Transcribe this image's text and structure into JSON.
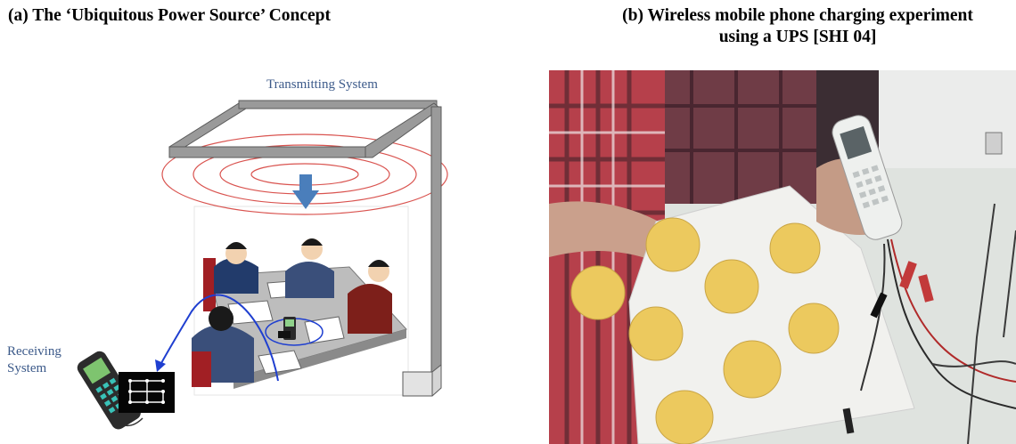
{
  "captions": {
    "a": "(a) The ‘Ubiquitous Power Source’ Concept",
    "b_line1": "(b) Wireless mobile phone charging experiment",
    "b_line2": "using a UPS [SHI 04]"
  },
  "labels": {
    "transmitting": "Transmitting System",
    "receiving_line1": "Receiving",
    "receiving_line2": "System"
  },
  "colors": {
    "frame": "#8f8f8f",
    "rings": "#d9534f",
    "arrow": "#4a7ebb",
    "curve": "#1f3fd0",
    "pad": "#e9c35a"
  }
}
